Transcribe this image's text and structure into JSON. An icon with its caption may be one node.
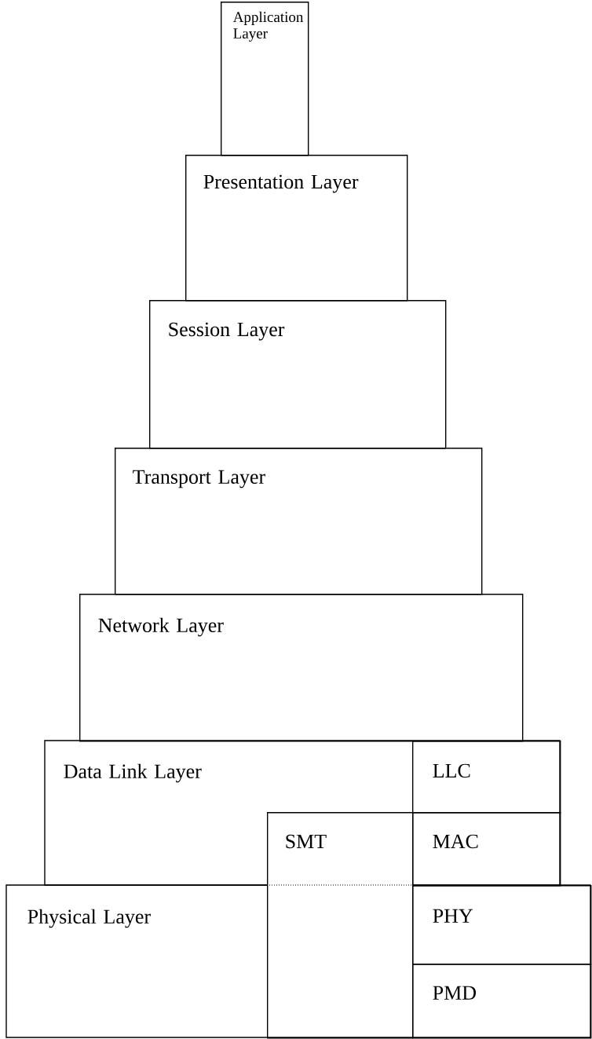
{
  "diagram": {
    "nodes": [
      {
        "text": [
          "Application Layer"
        ]
      },
      {
        "text": [
          "Presentation Layer"
        ]
      },
      {
        "text": [
          "Session Layer"
        ]
      },
      {
        "text": [
          "Transport Layer"
        ]
      },
      {
        "text": [
          "Network Layer"
        ]
      },
      {
        "text": [
          "Data Link Layer"
        ]
      },
      {
        "text": [
          "LLC"
        ],
        "in": 5
      },
      {
        "text": [
          "SMT"
        ]
      },
      {
        "text": [
          "MAC"
        ],
        "in": 5
      },
      {
        "text": [
          "Physical Layer"
        ]
      },
      {
        "text": [
          "PHY"
        ],
        "in": 9
      },
      {
        "text": [
          "PMD"
        ],
        "in": 9
      }
    ]
  }
}
